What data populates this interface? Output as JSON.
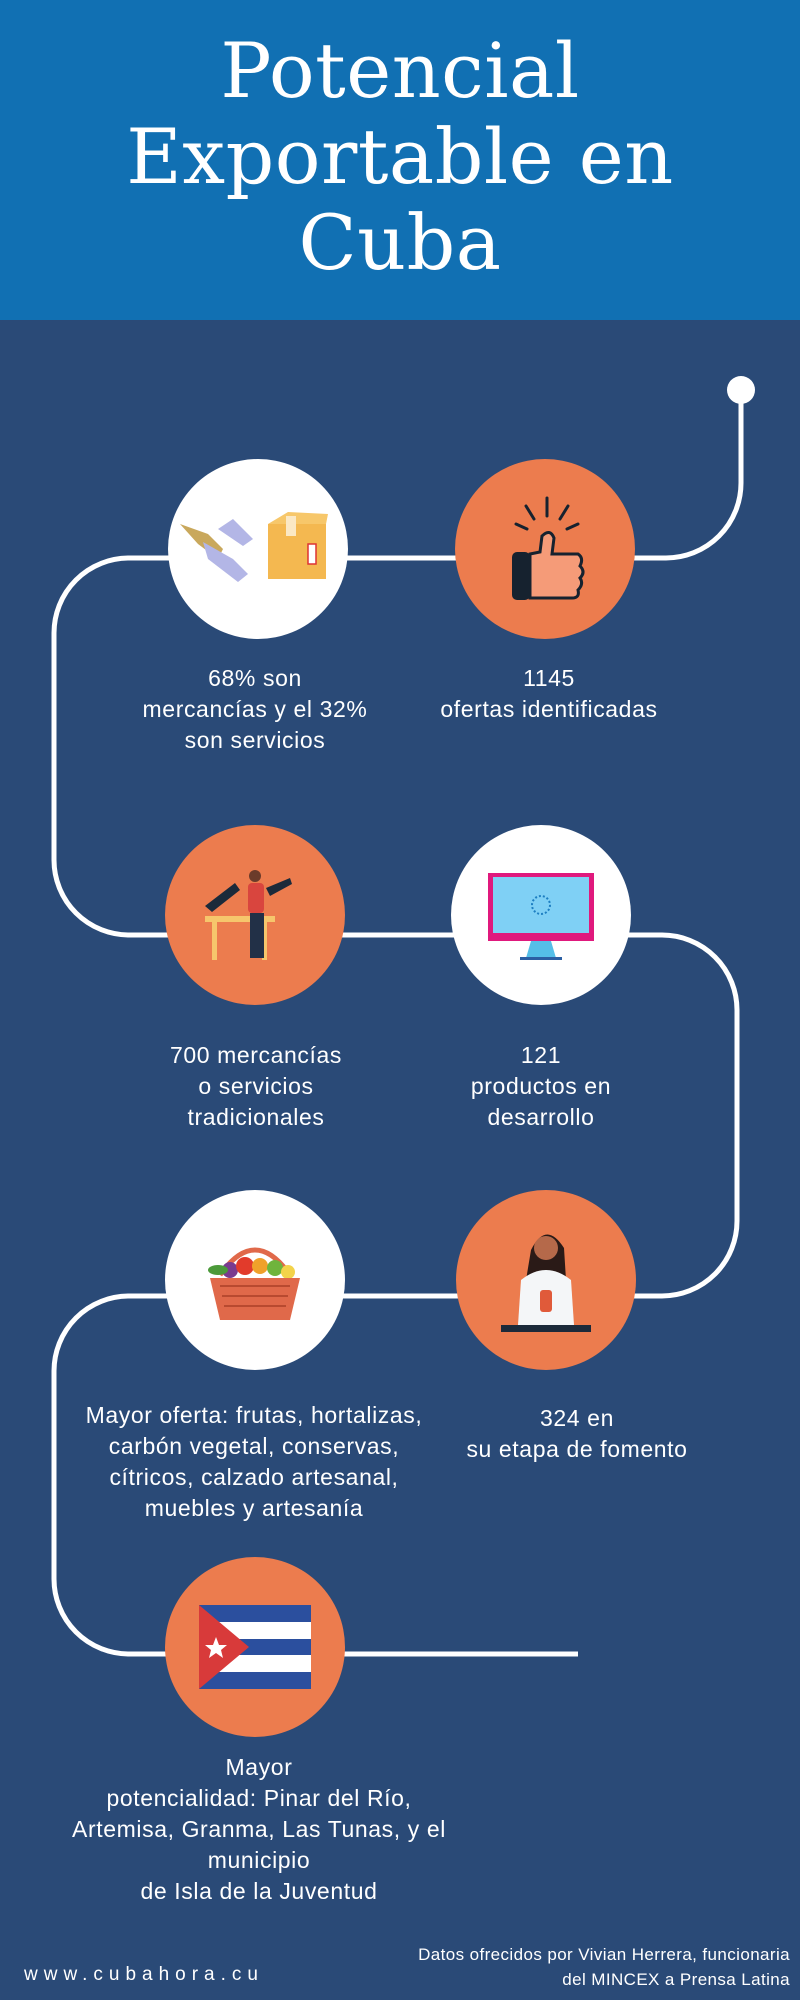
{
  "header": {
    "title_lines": [
      "Potencial",
      "Exportable en",
      "Cuba"
    ]
  },
  "steps": [
    {
      "icon": "hands-box-icon",
      "lines": [
        "68% son",
        "mercancías y el 32%",
        "son servicios"
      ]
    },
    {
      "icon": "thumbs-up-icon",
      "lines": [
        "1145",
        "ofertas identificadas"
      ]
    },
    {
      "icon": "carpenter-icon",
      "lines": [
        "700 mercancías",
        "o servicios",
        "tradicionales"
      ]
    },
    {
      "icon": "monitor-icon",
      "lines": [
        "121",
        "productos en",
        "desarrollo"
      ]
    },
    {
      "icon": "fruit-basket-icon",
      "lines": [
        "Mayor oferta: frutas, hortalizas,",
        "carbón vegetal, conservas,",
        "cítricos, calzado artesanal,",
        "muebles y artesanía"
      ]
    },
    {
      "icon": "scientist-icon",
      "lines": [
        "324 en",
        "su etapa de fomento"
      ]
    },
    {
      "icon": "cuba-flag-icon",
      "lines": [
        "Mayor",
        "potencialidad: Pinar del Río,",
        "Artemisa, Granma, Las Tunas, y el",
        "municipio",
        "de Isla de la Juventud"
      ]
    }
  ],
  "footer": {
    "site": "www.cubahora.cu",
    "credit_lines": [
      "Datos ofrecidos por Vivian Herrera, funcionaria",
      "del MINCEX a Prensa Latina"
    ]
  },
  "colors": {
    "header": "#1170b3",
    "background": "#2a4a77",
    "accent": "#ec7c4e"
  }
}
